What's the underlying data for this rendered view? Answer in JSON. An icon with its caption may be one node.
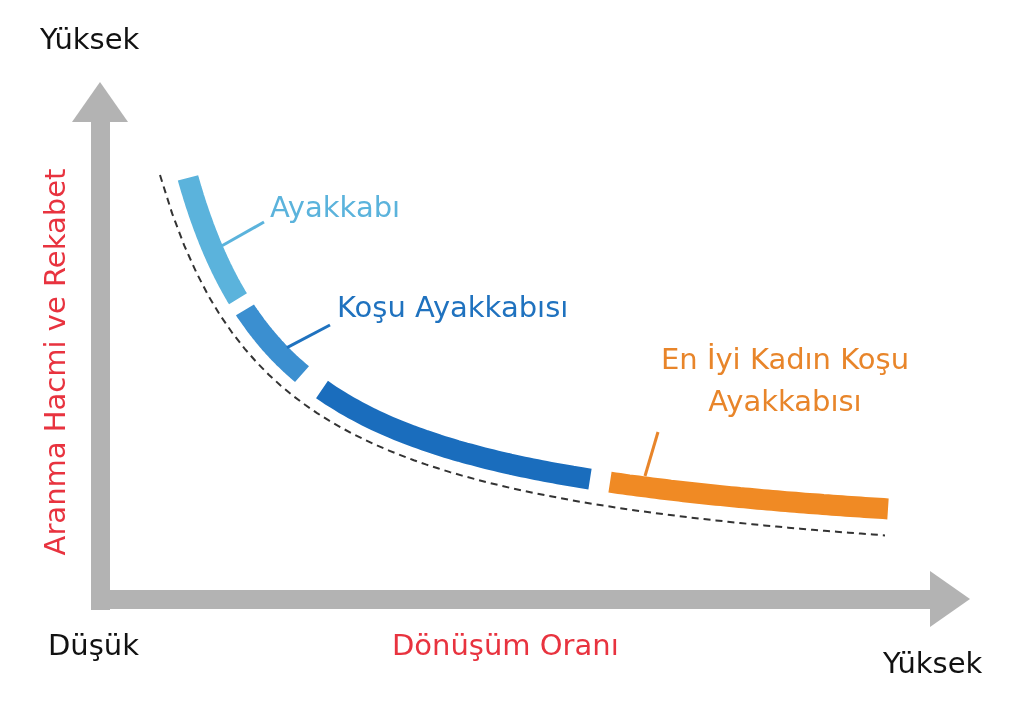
{
  "diagram": {
    "nodes": [
      {
        "text": [
          "Ayakkabı"
        ]
      },
      {
        "text": [],
        "shape": "bar"
      },
      {
        "text": [
          "Koşu Ayakkabısı"
        ]
      },
      {
        "text": [],
        "shape": "bar"
      },
      {
        "text": [],
        "shape": "bar"
      },
      {
        "text": [
          "En İyi Kadın Koşu Ayakkabısı"
        ]
      },
      {
        "text": [],
        "shape": "bar"
      }
    ],
    "edges": [
      {
        "from": 0,
        "to": 1,
        "arrow": "none",
        "color": "#5bb3dc"
      },
      {
        "from": 2,
        "to": 3,
        "arrow": "none",
        "color": "#1f72bf"
      },
      {
        "from": 5,
        "to": 6,
        "arrow": "none",
        "color": "#e8852a"
      }
    ],
    "labels": [
      "Yüksek",
      "Aranma Hacmi ve Rekabet",
      "Düşük",
      "Dönüşüm Oranı",
      "Yüksek"
    ]
  }
}
